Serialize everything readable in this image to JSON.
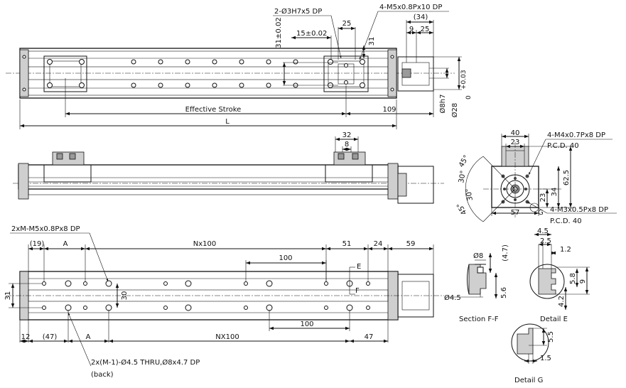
{
  "top_view": {
    "holes_label": "2-Ø3H7x5 DP",
    "thread_label": "4-M5x0.8Px10 DP",
    "dim_34": "(34)",
    "dim_9": "9",
    "dim_25a": "25",
    "dim_25b": "25",
    "dim_31": "31",
    "dim_15": "15±0.02",
    "dim_31v": "31±0.02",
    "effective_stroke": "Effective Stroke",
    "dim_109": "109",
    "dim_L": "L",
    "dim_d8": "Ø8h7",
    "dim_d28": "Ø28",
    "dim_d28_tol_upper": "+0.03",
    "dim_d28_tol_lower": "0"
  },
  "front_view": {
    "dim_32": "32",
    "dim_8": "8"
  },
  "end_view": {
    "dim_40": "40",
    "dim_23a": "23",
    "thread_m4": "4-M4x0.7Px8 DP",
    "pcd_40a": "P.C.D. 40",
    "dim_62_5": "62.5",
    "dim_34": "34",
    "dim_23b": "23",
    "dim_57": "57",
    "mark_G": "G",
    "thread_m3": "4-M3x0.5Px8 DP",
    "pcd_40b": "P.C.D. 40",
    "ang_45a": "45°",
    "ang_30a": "30°",
    "ang_30b": "30°",
    "ang_45b": "45°"
  },
  "bottom_view": {
    "thread_label": "2xM-M5x0.8Px8 DP",
    "dim_19": "(19)",
    "dim_A1": "A",
    "dim_Nx100": "Nx100",
    "dim_51": "51",
    "dim_24": "24",
    "dim_59": "59",
    "dim_100a": "100",
    "mark_F": "F",
    "mark_E": "E",
    "dim_31": "31",
    "dim_30": "30",
    "dim_100b": "100",
    "dim_12": "12",
    "dim_47a": "(47)",
    "dim_A2": "A",
    "dim_NX100": "NX100",
    "dim_47b": "47",
    "hole_label": "2x(M-1)-Ø4.5 THRU,Ø8x4.7 DP",
    "back_label": "(back)"
  },
  "section_ff": {
    "dim_d8": "Ø8",
    "dim_4_7": "(4.7)",
    "dim_d4_5": "Ø4.5",
    "dim_5_6": "5.6",
    "caption": "Section F-F"
  },
  "detail_e": {
    "dim_4_5": "4.5",
    "dim_2_5": "2.5",
    "dim_1_2": "1.2",
    "dim_5_8": "5.8",
    "dim_9": "9",
    "dim_4_2": "4.2",
    "caption": "Detail E"
  },
  "detail_g": {
    "dim_5_5": "5.5",
    "dim_1_5": "1.5",
    "caption": "Detail G"
  }
}
